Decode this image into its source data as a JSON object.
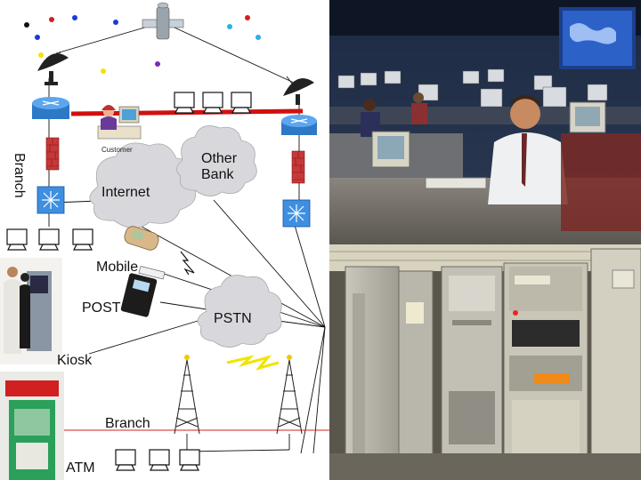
{
  "labels": {
    "customer": "Customer",
    "branch_side": "Branch",
    "internet": "Internet",
    "other_bank": "Other\nBank",
    "mobile": "Mobile",
    "post": "POST",
    "pstn": "PSTN",
    "kiosk": "Kiosk",
    "branch_bottom": "Branch",
    "atm": "ATM"
  },
  "colors": {
    "backbone": "#d01010",
    "cloud_fill": "#d8d8dc",
    "router": "#3f8fe0",
    "firewall": "#c83838",
    "lightning": "#f2e300"
  },
  "photos": {
    "control_room": "control-room-photo",
    "server_room": "server-room-photo"
  }
}
